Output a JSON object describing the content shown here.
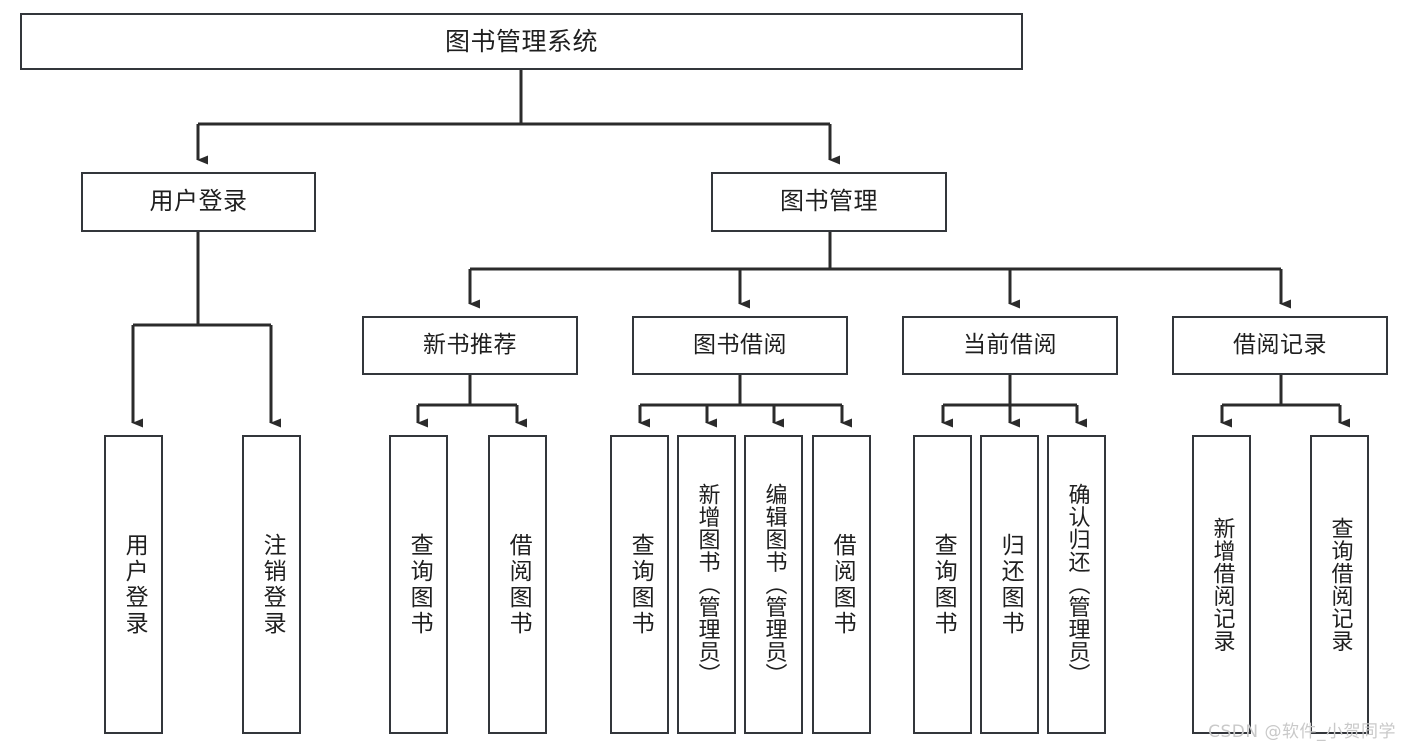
{
  "diagram": {
    "title": "图书管理系统",
    "type": "tree",
    "watermark": "CSDN @软件_小贺同学",
    "colors": {
      "box_border": "#33363b",
      "box_fill": "#ffffff",
      "connector": "#2b2b2b",
      "text": "#1f1f1f",
      "watermark": "#c9c9c9",
      "background": "#ffffff"
    },
    "nodes": {
      "root": {
        "label": "图书管理系统",
        "level": 1
      },
      "level2": [
        {
          "id": "user-login",
          "label": "用户登录"
        },
        {
          "id": "book-management",
          "label": "图书管理"
        }
      ],
      "level3": [
        {
          "id": "new-book-recommend",
          "label": "新书推荐",
          "parent": "book-management"
        },
        {
          "id": "book-borrow",
          "label": "图书借阅",
          "parent": "book-management"
        },
        {
          "id": "current-borrow",
          "label": "当前借阅",
          "parent": "book-management"
        },
        {
          "id": "borrow-record",
          "label": "借阅记录",
          "parent": "book-management"
        }
      ],
      "leaves": [
        {
          "id": "leaf-user-login",
          "label": "用户登录",
          "parent": "user-login"
        },
        {
          "id": "leaf-logout-login",
          "label": "注销登录",
          "parent": "user-login"
        },
        {
          "id": "leaf-query-book-1",
          "label": "查询图书",
          "parent": "new-book-recommend"
        },
        {
          "id": "leaf-borrow-book-1",
          "label": "借阅图书",
          "parent": "new-book-recommend"
        },
        {
          "id": "leaf-query-book-2",
          "label": "查询图书",
          "parent": "book-borrow"
        },
        {
          "id": "leaf-add-book",
          "label": "新增图书（管理员）",
          "parent": "book-borrow"
        },
        {
          "id": "leaf-edit-book",
          "label": "编辑图书（管理员）",
          "parent": "book-borrow"
        },
        {
          "id": "leaf-borrow-book-2",
          "label": "借阅图书",
          "parent": "book-borrow"
        },
        {
          "id": "leaf-query-book-3",
          "label": "查询图书",
          "parent": "current-borrow"
        },
        {
          "id": "leaf-return-book",
          "label": "归还图书",
          "parent": "current-borrow"
        },
        {
          "id": "leaf-confirm-return",
          "label": "确认归还（管理员）",
          "parent": "current-borrow"
        },
        {
          "id": "leaf-add-record",
          "label": "新增借阅记录",
          "parent": "borrow-record"
        },
        {
          "id": "leaf-query-record",
          "label": "查询借阅记录",
          "parent": "borrow-record"
        }
      ]
    }
  }
}
